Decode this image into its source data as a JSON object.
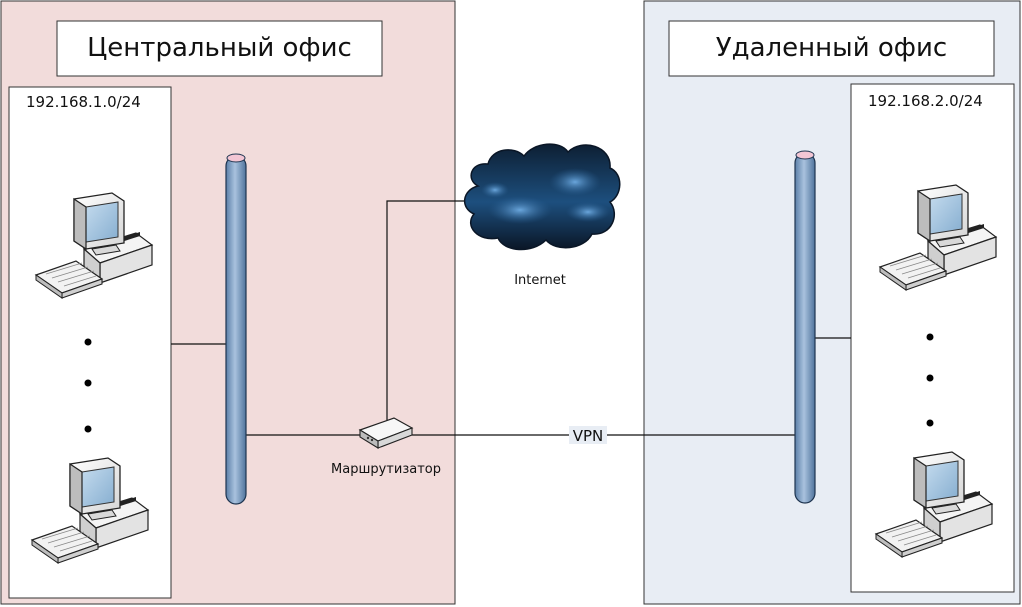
{
  "central_office": {
    "title": "Центральный офис",
    "subnet": "192.168.1.0/24",
    "bg_color": "#f2dcdb"
  },
  "remote_office": {
    "title": "Удаленный офис",
    "subnet": "192.168.2.0/24",
    "bg_color": "#e8edf4"
  },
  "internet": {
    "label": "Internet"
  },
  "router": {
    "label": "Маршрутизатор"
  },
  "vpn": {
    "label": "VPN"
  },
  "icons": [
    "computer-icon",
    "keyboard-icon",
    "cloud-icon",
    "router-icon",
    "network-bus-icon",
    "ellipsis-dot-icon"
  ]
}
